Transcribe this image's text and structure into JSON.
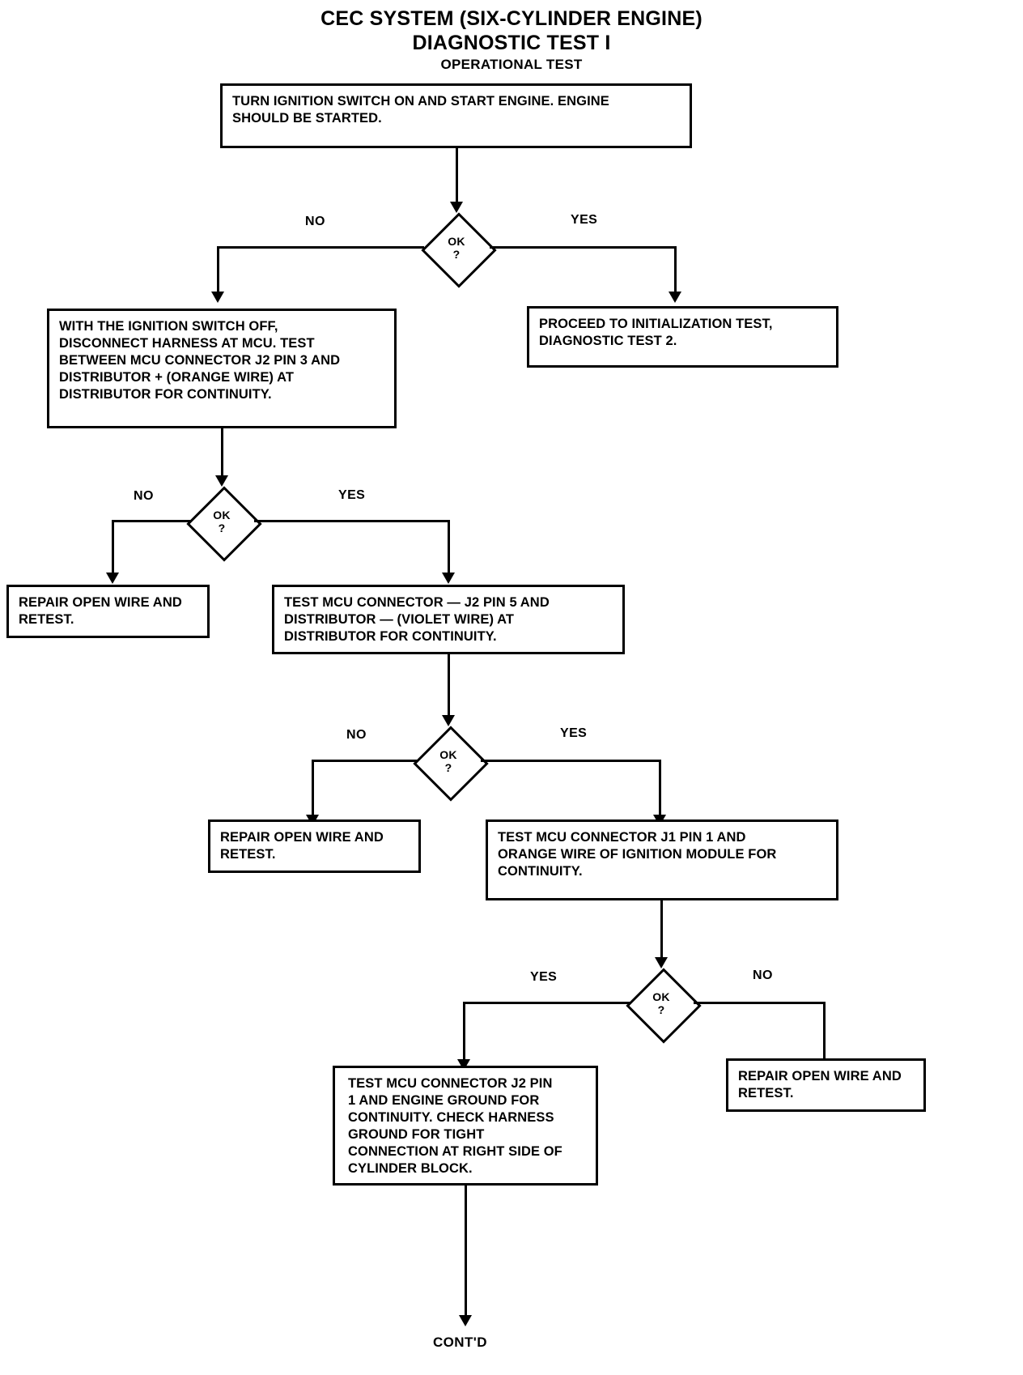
{
  "document": {
    "title_line1": "CEC SYSTEM (SIX-CYLINDER ENGINE)",
    "title_line2": "DIAGNOSTIC TEST I",
    "subtitle": "OPERATIONAL TEST",
    "footer_label": "CONT'D"
  },
  "chart_data": {
    "type": "diagram",
    "diagram_kind": "flowchart",
    "title": "CEC SYSTEM (SIX-CYLINDER ENGINE) DIAGNOSTIC TEST I",
    "subtitle": "OPERATIONAL TEST",
    "nodes": [
      {
        "id": "n1",
        "kind": "process",
        "text": "TURN IGNITION SWITCH ON AND START ENGINE. ENGINE SHOULD BE STARTED."
      },
      {
        "id": "d1",
        "kind": "decision",
        "text": "OK ?"
      },
      {
        "id": "n2",
        "kind": "process",
        "text": "WITH THE IGNITION SWITCH OFF, DISCONNECT HARNESS AT MCU. TEST BETWEEN MCU CONNECTOR J2 PIN 3 AND DISTRIBUTOR + (ORANGE WIRE) AT DISTRIBUTOR FOR CONTINUITY."
      },
      {
        "id": "n3",
        "kind": "process",
        "text": "PROCEED TO INITIALIZATION TEST, DIAGNOSTIC TEST 2."
      },
      {
        "id": "d2",
        "kind": "decision",
        "text": "OK ?"
      },
      {
        "id": "n4",
        "kind": "process",
        "text": "REPAIR OPEN WIRE AND RETEST."
      },
      {
        "id": "n5",
        "kind": "process",
        "text": "TEST MCU CONNECTOR — J2 PIN 5 AND DISTRIBUTOR — (VIOLET WIRE) AT DISTRIBUTOR FOR CONTINUITY."
      },
      {
        "id": "d3",
        "kind": "decision",
        "text": "OK ?"
      },
      {
        "id": "n6",
        "kind": "process",
        "text": "REPAIR OPEN WIRE AND RETEST."
      },
      {
        "id": "n7",
        "kind": "process",
        "text": "TEST MCU CONNECTOR J1 PIN 1 AND ORANGE WIRE OF IGNITION MODULE FOR CONTINUITY."
      },
      {
        "id": "d4",
        "kind": "decision",
        "text": "OK ?"
      },
      {
        "id": "n8",
        "kind": "process",
        "text": "TEST MCU CONNECTOR J2 PIN 1 AND ENGINE GROUND FOR CONTINUITY. CHECK HARNESS GROUND FOR TIGHT CONNECTION AT RIGHT SIDE OF CYLINDER BLOCK."
      },
      {
        "id": "n9",
        "kind": "process",
        "text": "REPAIR OPEN WIRE AND RETEST."
      },
      {
        "id": "end",
        "kind": "terminator",
        "text": "CONT'D"
      }
    ],
    "edges": [
      {
        "from": "n1",
        "to": "d1",
        "label": ""
      },
      {
        "from": "d1",
        "to": "n2",
        "label": "NO"
      },
      {
        "from": "d1",
        "to": "n3",
        "label": "YES"
      },
      {
        "from": "n2",
        "to": "d2",
        "label": ""
      },
      {
        "from": "d2",
        "to": "n4",
        "label": "NO"
      },
      {
        "from": "d2",
        "to": "n5",
        "label": "YES"
      },
      {
        "from": "n5",
        "to": "d3",
        "label": ""
      },
      {
        "from": "d3",
        "to": "n6",
        "label": "NO"
      },
      {
        "from": "d3",
        "to": "n7",
        "label": "YES"
      },
      {
        "from": "n7",
        "to": "d4",
        "label": ""
      },
      {
        "from": "d4",
        "to": "n8",
        "label": "YES"
      },
      {
        "from": "d4",
        "to": "n9",
        "label": "NO"
      },
      {
        "from": "n8",
        "to": "end",
        "label": ""
      }
    ]
  },
  "boxes": {
    "n1": "TURN IGNITION SWITCH ON AND START ENGINE. ENGINE\nSHOULD BE STARTED.",
    "n2": "WITH THE IGNITION SWITCH OFF,\nDISCONNECT HARNESS AT MCU. TEST\nBETWEEN MCU CONNECTOR J2 PIN 3 AND\nDISTRIBUTOR + (ORANGE WIRE) AT\nDISTRIBUTOR FOR CONTINUITY.",
    "n3": "PROCEED TO INITIALIZATION TEST,\nDIAGNOSTIC TEST 2.",
    "n4": "REPAIR OPEN WIRE AND\nRETEST.",
    "n5": "TEST MCU CONNECTOR — J2 PIN 5 AND\nDISTRIBUTOR — (VIOLET WIRE) AT\nDISTRIBUTOR FOR CONTINUITY.",
    "n6": "REPAIR OPEN WIRE AND\nRETEST.",
    "n7": "TEST MCU CONNECTOR J1 PIN 1 AND\nORANGE WIRE OF IGNITION MODULE FOR\nCONTINUITY.",
    "n8": "TEST MCU CONNECTOR J2 PIN\n1 AND ENGINE GROUND FOR\nCONTINUITY. CHECK HARNESS\nGROUND FOR TIGHT\nCONNECTION AT RIGHT SIDE OF\nCYLINDER BLOCK.",
    "n9": "REPAIR OPEN WIRE AND\nRETEST."
  },
  "decisions": {
    "d1": {
      "line1": "OK",
      "line2": "?"
    },
    "d2": {
      "line1": "OK",
      "line2": "?"
    },
    "d3": {
      "line1": "OK",
      "line2": "?"
    },
    "d4": {
      "line1": "OK",
      "line2": "?"
    }
  },
  "labels": {
    "d1_no": "NO",
    "d1_yes": "YES",
    "d2_no": "NO",
    "d2_yes": "YES",
    "d3_no": "NO",
    "d3_yes": "YES",
    "d4_yes": "YES",
    "d4_no": "NO"
  },
  "colors": {
    "ink": "#000000",
    "paper": "#ffffff"
  }
}
